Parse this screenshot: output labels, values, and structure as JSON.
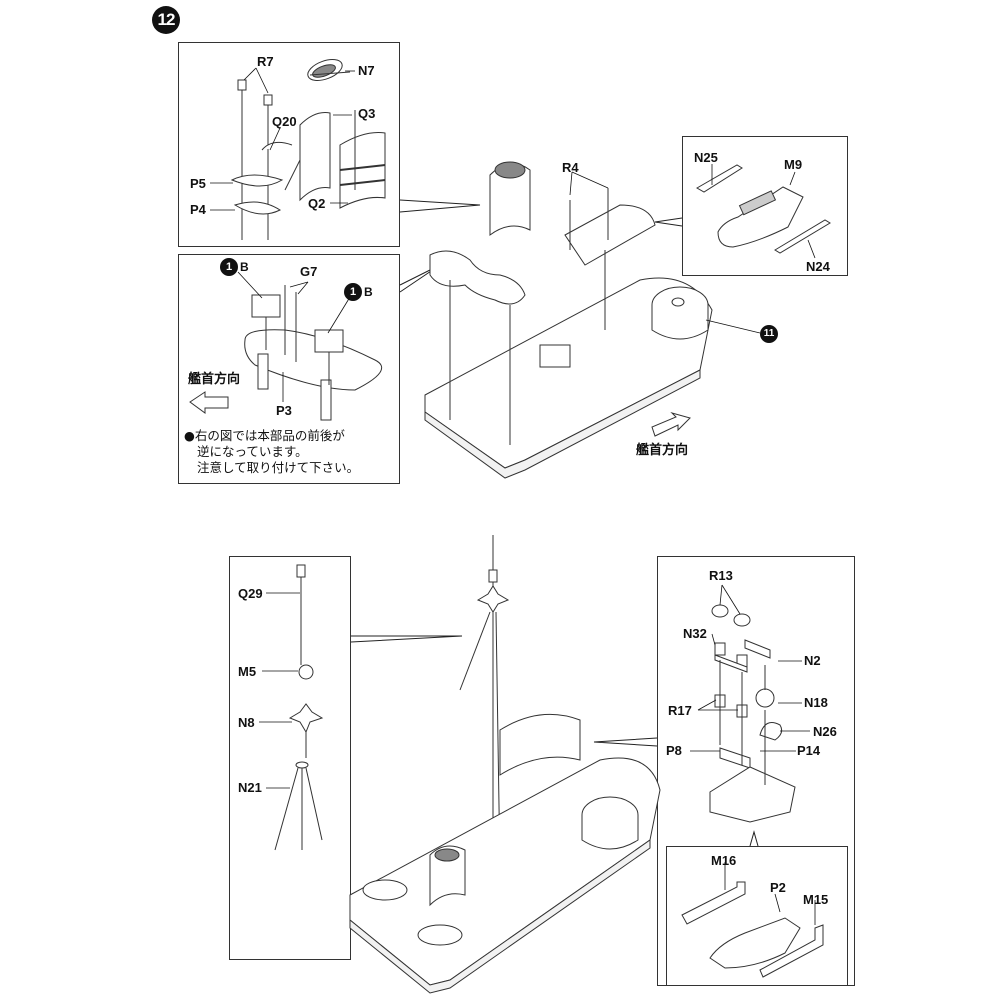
{
  "step": {
    "number": "12"
  },
  "panels": {
    "smokestack": {
      "labels": {
        "r7": "R7",
        "n7": "N7",
        "q3": "Q3",
        "q20": "Q20",
        "p5": "P5",
        "p4": "P4",
        "q2": "Q2"
      }
    },
    "turret_platform": {
      "labels": {
        "ref_1": "1",
        "ref_1_suffix": "B",
        "ref_2": "1",
        "ref_2_suffix": "B",
        "g7": "G7",
        "p3": "P3"
      },
      "bow_direction": "艦首方向",
      "note_lines": [
        "●右の図では本部品の前後が",
        "逆になっています。",
        "注意して取り付けて下さい。"
      ]
    },
    "deck_plate": {
      "labels": {
        "n25": "N25",
        "m9": "M9",
        "n24": "N24"
      }
    },
    "main_top": {
      "labels": {
        "r4": "R4",
        "ref_11": "11"
      },
      "bow_direction": "艦首方向"
    },
    "mast": {
      "labels": {
        "q29": "Q29",
        "m5": "M5",
        "n8": "N8",
        "n21": "N21"
      }
    },
    "rear_superstructure": {
      "labels": {
        "r13": "R13",
        "n32": "N32",
        "n2": "N2",
        "n18": "N18",
        "r17": "R17",
        "n26": "N26",
        "p8": "P8",
        "p14": "P14"
      }
    },
    "rear_base": {
      "labels": {
        "m16": "M16",
        "p2": "P2",
        "m15": "M15"
      }
    }
  }
}
